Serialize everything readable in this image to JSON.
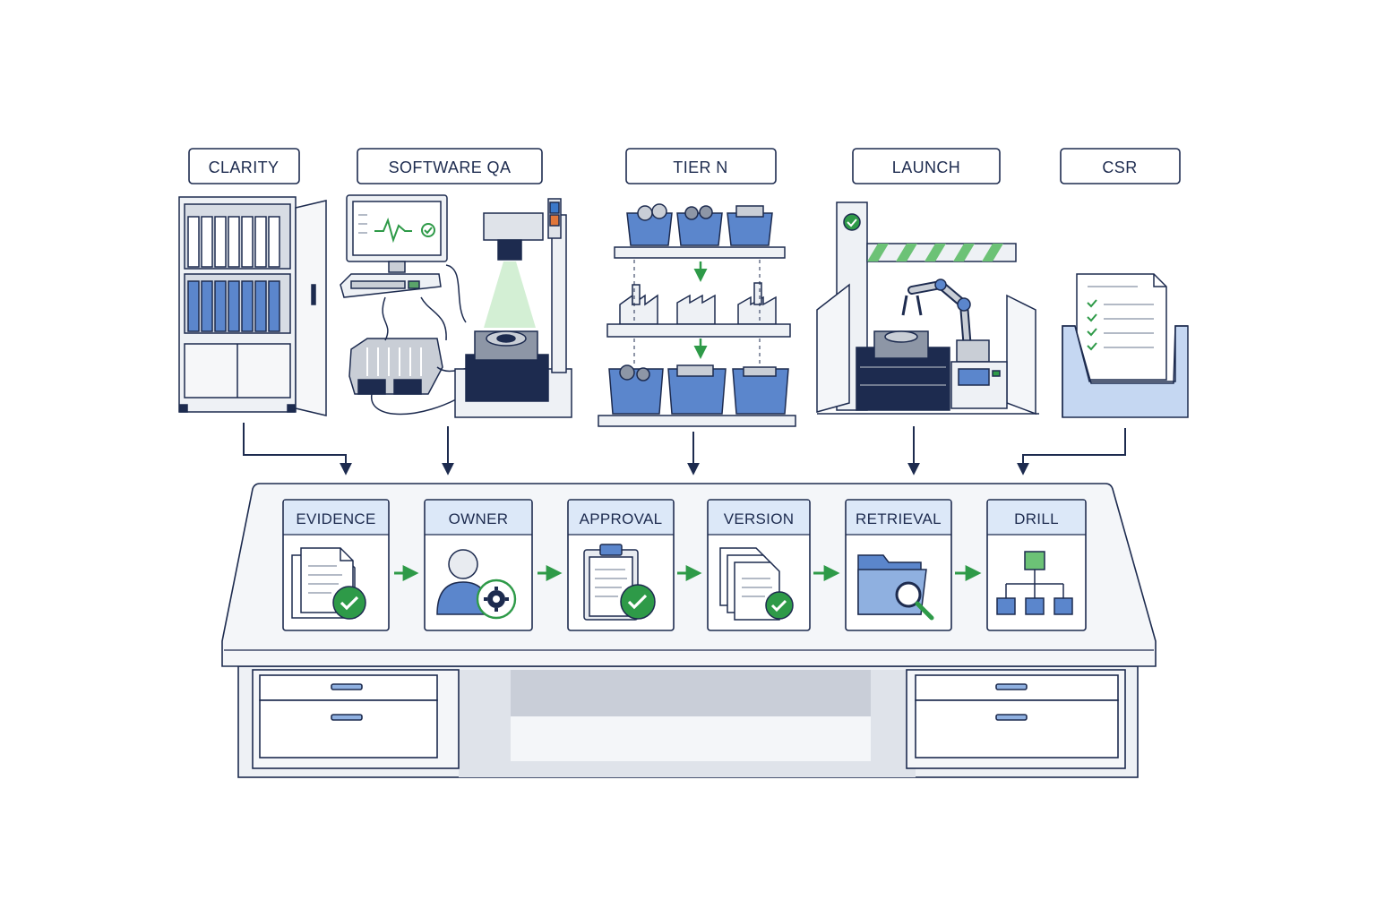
{
  "sources": [
    {
      "label": "CLARITY",
      "icon": "filing-cabinet-icon"
    },
    {
      "label": "SOFTWARE QA",
      "icon": "test-bench-icon"
    },
    {
      "label": "TIER N",
      "icon": "supplier-shelves-icon"
    },
    {
      "label": "LAUNCH",
      "icon": "robot-cell-icon"
    },
    {
      "label": "CSR",
      "icon": "document-tray-icon"
    }
  ],
  "stages": [
    {
      "label": "EVIDENCE",
      "icon": "document-check-icon"
    },
    {
      "label": "OWNER",
      "icon": "user-gear-icon"
    },
    {
      "label": "APPROVAL",
      "icon": "clipboard-check-icon"
    },
    {
      "label": "VERSION",
      "icon": "stacked-documents-check-icon"
    },
    {
      "label": "RETRIEVAL",
      "icon": "folder-search-icon"
    },
    {
      "label": "DRILL",
      "icon": "hierarchy-icon"
    }
  ],
  "colors": {
    "navy": "#1d2b4f",
    "blue": "#5b86cc",
    "light_blue": "#dce8f8",
    "green": "#2e9a48",
    "gray": "#c9ced6",
    "desk": "#f1f3f6"
  }
}
